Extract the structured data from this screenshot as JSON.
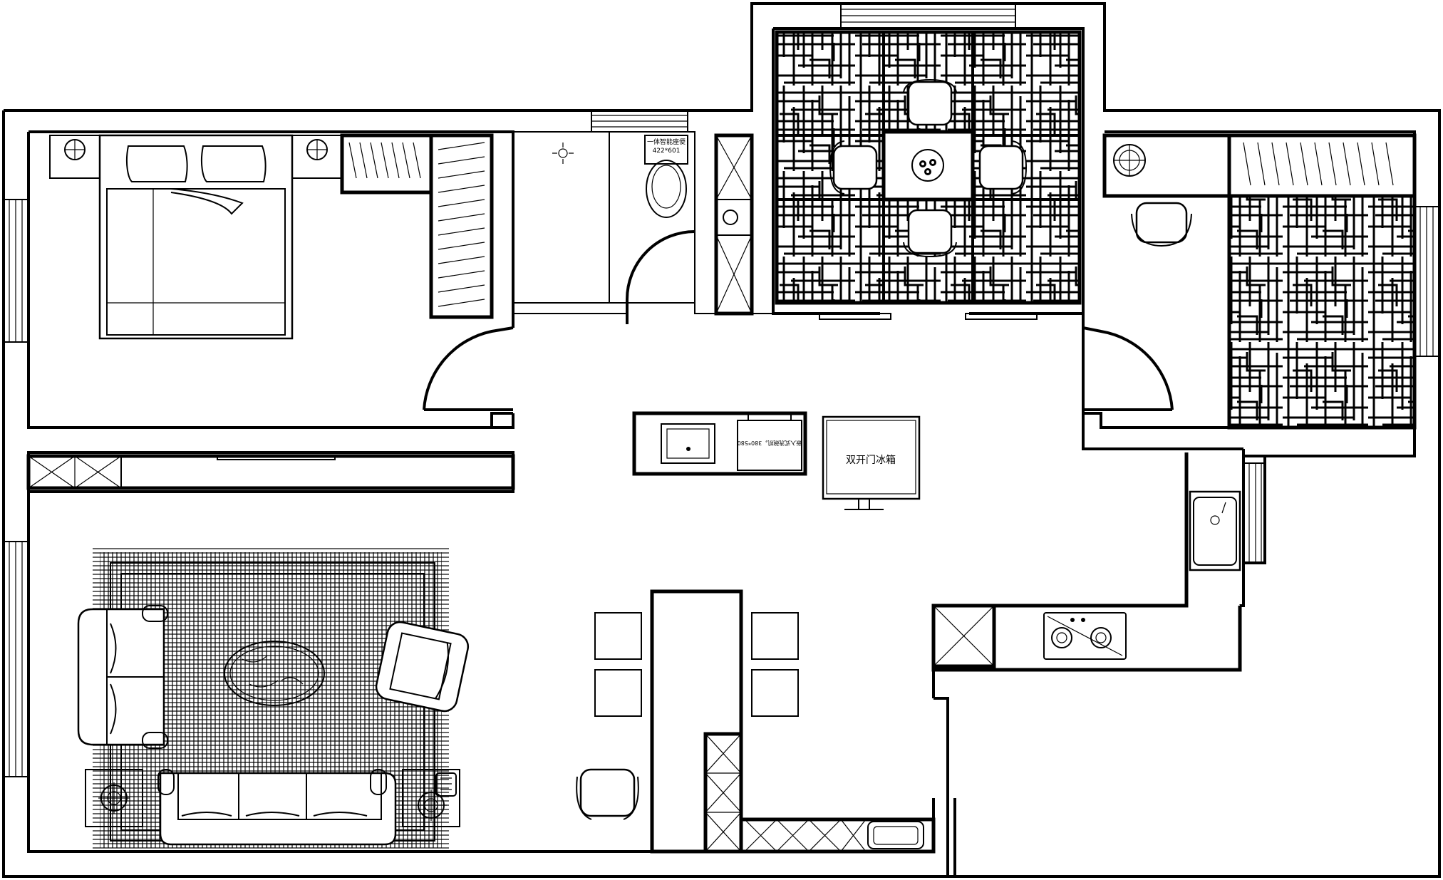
{
  "labels": {
    "toilet_name": "一体智能座便",
    "toilet_size": "422*601",
    "dishwasher": "嵌入式洗碗机，380*580",
    "fridge": "双开门冰箱"
  }
}
